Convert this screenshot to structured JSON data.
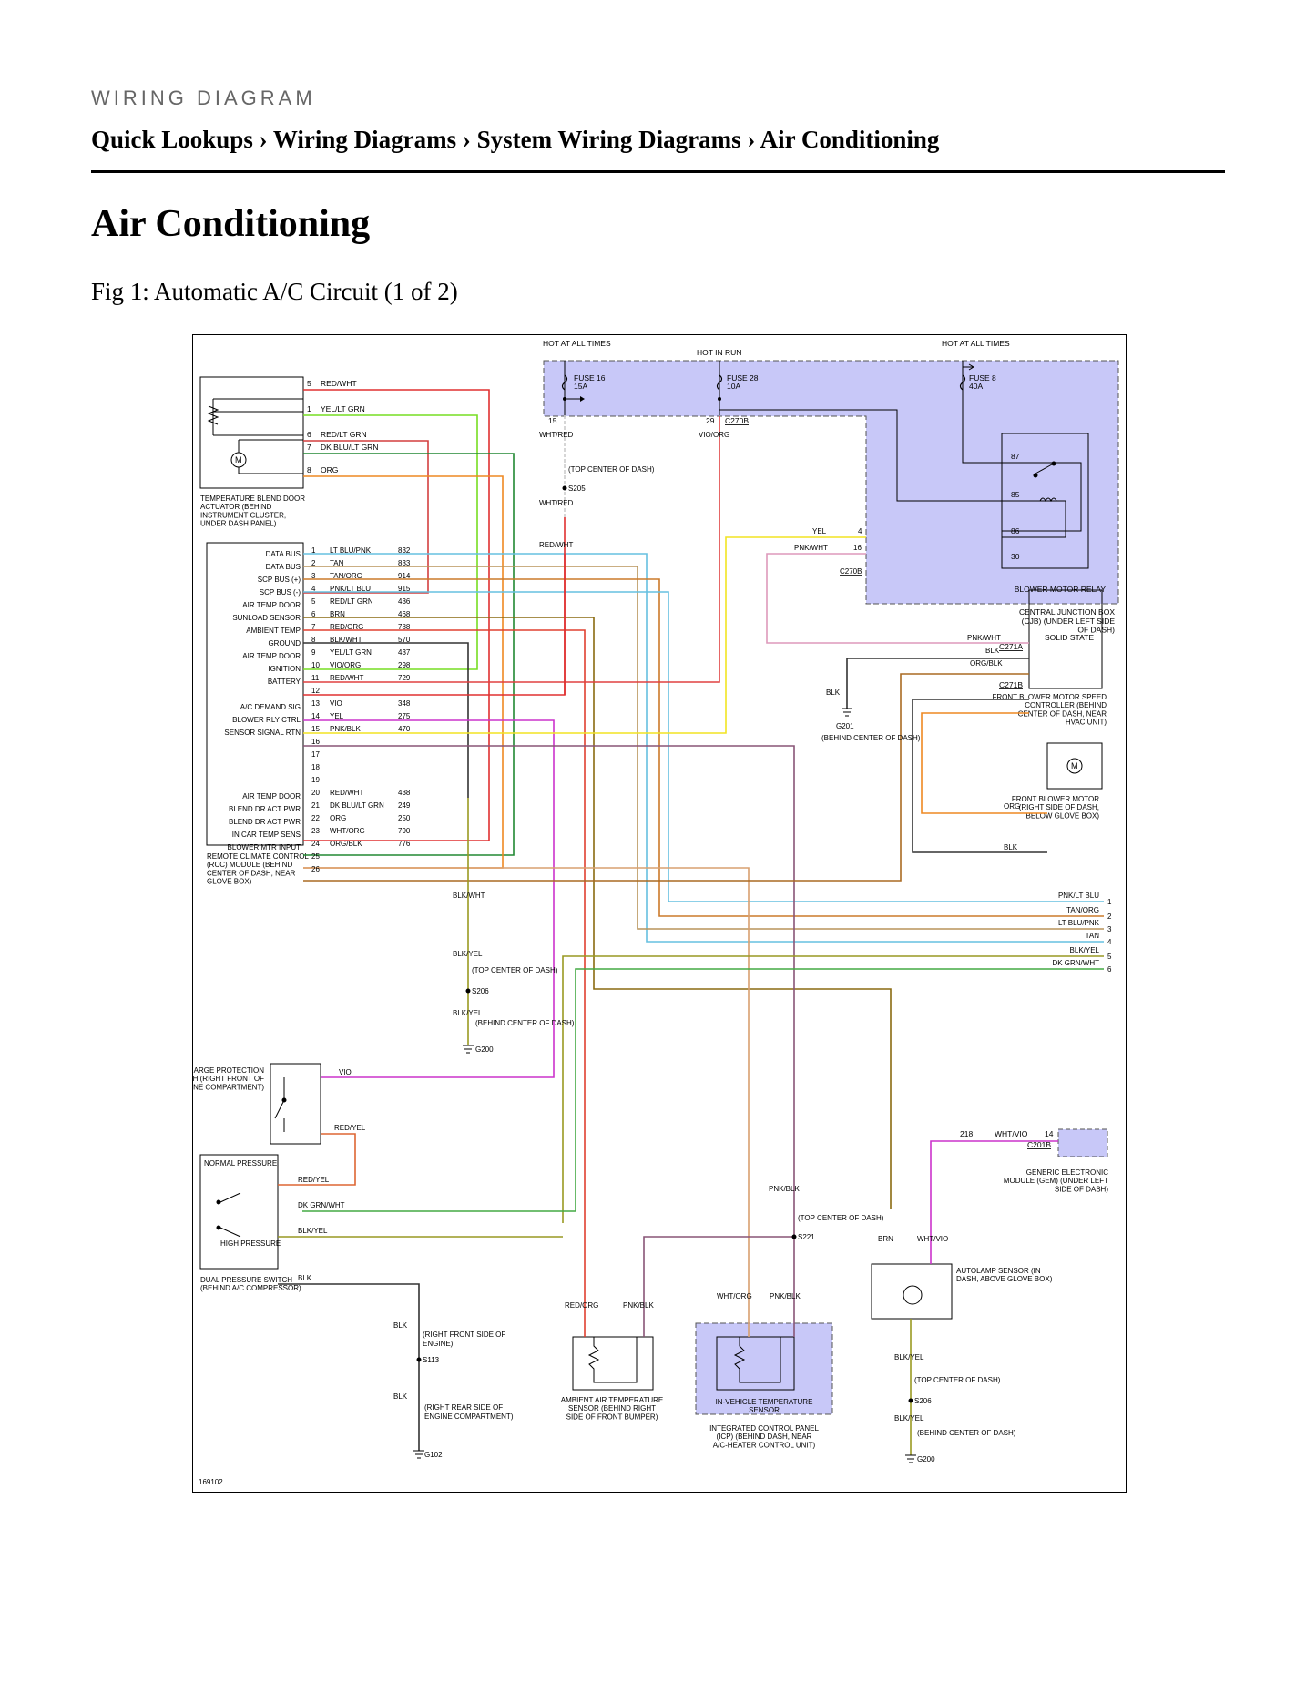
{
  "header": {
    "kicker": "WIRING DIAGRAM",
    "breadcrumb": "Quick Lookups › Wiring Diagrams › System Wiring Diagrams › Air Conditioning"
  },
  "page_title": "Air Conditioning",
  "figure_caption": "Fig 1: Automatic A/C Circuit (1 of 2)",
  "diagram": {
    "id": "169102",
    "power": {
      "hot_at_all_times": "HOT AT ALL TIMES",
      "hot_in_run": "HOT IN RUN"
    },
    "fuses": [
      {
        "name": "FUSE 16",
        "rating": "15A",
        "pin": "15"
      },
      {
        "name": "FUSE 28",
        "rating": "10A",
        "pin": "29"
      },
      {
        "name": "FUSE 8",
        "rating": "40A"
      }
    ],
    "connectors": {
      "c270b": "C270B",
      "c271a": "C271A",
      "c271b": "C271B",
      "c201b": "C201B"
    },
    "components": {
      "temp_blend_actuator": "TEMPERATURE BLEND DOOR ACTUATOR (BEHIND INSTRUMENT CLUSTER, UNDER DASH PANEL)",
      "rcc_module": "REMOTE CLIMATE CONTROL (RCC) MODULE (BEHIND CENTER OF DASH, NEAR GLOVE BOX)",
      "cjb": "CENTRAL JUNCTION BOX (CJB) (UNDER LEFT SIDE OF DASH)",
      "blower_relay": "BLOWER MOTOR RELAY",
      "solid_state": "SOLID STATE",
      "blower_speed_controller": "FRONT BLOWER MOTOR SPEED CONTROLLER (BEHIND CENTER OF DASH, NEAR HVAC UNIT)",
      "blower_motor": "FRONT BLOWER MOTOR (RIGHT SIDE OF DASH, BELOW GLOVE BOX)",
      "low_charge_switch": "LOW CHARGE PROTECTION SWITCH (RIGHT FRONT OF ENGINE COMPARTMENT)",
      "dual_pressure_switch": "DUAL PRESSURE SWITCH (BEHIND A/C COMPRESSOR)",
      "normal_pressure": "NORMAL PRESSURE",
      "high_pressure": "HIGH PRESSURE",
      "ambient_sensor": "AMBIENT AIR TEMPERATURE SENSOR (BEHIND RIGHT SIDE OF FRONT BUMPER)",
      "in_vehicle_sensor": "IN-VEHICLE TEMPERATURE SENSOR",
      "icp": "INTEGRATED CONTROL PANEL (ICP) (BEHIND DASH, NEAR A/C-HEATER CONTROL UNIT)",
      "autolamp_sensor": "AUTOLAMP SENSOR (IN DASH, ABOVE GLOVE BOX)",
      "gem": "GENERIC ELECTRONIC MODULE (GEM) (UNDER LEFT SIDE OF DASH)"
    },
    "splices": {
      "s205": "S205",
      "s205_loc": "(TOP CENTER OF DASH)",
      "s206": "S206",
      "s206_loc": "(TOP CENTER OF DASH)",
      "s221": "S221",
      "s221_loc": "(TOP CENTER OF DASH)",
      "s113": "S113",
      "s113_loc": "(RIGHT FRONT SIDE OF ENGINE)"
    },
    "grounds": {
      "g200": "G200",
      "g200_loc": "(BEHIND CENTER OF DASH)",
      "g201": "G201",
      "g201_loc": "(BEHIND CENTER OF DASH)",
      "g102": "G102",
      "g102_loc": "(RIGHT REAR SIDE OF ENGINE COMPARTMENT)"
    },
    "actuator_pins": [
      {
        "pin": "5",
        "color": "RED/WHT"
      },
      {
        "pin": "1",
        "color": "YEL/LT GRN"
      },
      {
        "pin": "6",
        "color": "RED/LT GRN"
      },
      {
        "pin": "7",
        "color": "DK BLU/LT GRN"
      },
      {
        "pin": "8",
        "color": "ORG"
      }
    ],
    "rcc_pins": [
      {
        "pin": "1",
        "func": "DATA BUS",
        "color": "LT BLU/PNK",
        "circuit": "832"
      },
      {
        "pin": "2",
        "func": "DATA BUS",
        "color": "TAN",
        "circuit": "833"
      },
      {
        "pin": "3",
        "func": "SCP BUS (+)",
        "color": "TAN/ORG",
        "circuit": "914"
      },
      {
        "pin": "4",
        "func": "SCP BUS (-)",
        "color": "PNK/LT BLU",
        "circuit": "915"
      },
      {
        "pin": "5",
        "func": "AIR TEMP DOOR",
        "color": "RED/LT GRN",
        "circuit": "436"
      },
      {
        "pin": "6",
        "func": "SUNLOAD SENSOR",
        "color": "BRN",
        "circuit": "468"
      },
      {
        "pin": "7",
        "func": "AMBIENT TEMP",
        "color": "RED/ORG",
        "circuit": "788"
      },
      {
        "pin": "8",
        "func": "GROUND",
        "color": "BLK/WHT",
        "circuit": "570"
      },
      {
        "pin": "9",
        "func": "AIR TEMP DOOR",
        "color": "YEL/LT GRN",
        "circuit": "437"
      },
      {
        "pin": "10",
        "func": "IGNITION",
        "color": "VIO/ORG",
        "circuit": "298"
      },
      {
        "pin": "11",
        "func": "BATTERY",
        "color": "RED/WHT",
        "circuit": "729"
      },
      {
        "pin": "12",
        "func": "",
        "color": "",
        "circuit": ""
      },
      {
        "pin": "13",
        "func": "A/C DEMAND SIG",
        "color": "VIO",
        "circuit": "348"
      },
      {
        "pin": "14",
        "func": "BLOWER RLY CTRL",
        "color": "YEL",
        "circuit": "275"
      },
      {
        "pin": "15",
        "func": "SENSOR SIGNAL RTN",
        "color": "PNK/BLK",
        "circuit": "470"
      },
      {
        "pin": "16",
        "func": "",
        "color": "",
        "circuit": ""
      },
      {
        "pin": "17",
        "func": "",
        "color": "",
        "circuit": ""
      },
      {
        "pin": "18",
        "func": "",
        "color": "",
        "circuit": ""
      },
      {
        "pin": "19",
        "func": "",
        "color": "",
        "circuit": ""
      },
      {
        "pin": "20",
        "func": "AIR TEMP DOOR",
        "color": "RED/WHT",
        "circuit": "438"
      },
      {
        "pin": "21",
        "func": "BLEND DR ACT PWR",
        "color": "DK BLU/LT GRN",
        "circuit": "249"
      },
      {
        "pin": "22",
        "func": "BLEND DR ACT PWR",
        "color": "ORG",
        "circuit": "250"
      },
      {
        "pin": "23",
        "func": "IN CAR TEMP SENS",
        "color": "WHT/ORG",
        "circuit": "790"
      },
      {
        "pin": "24",
        "func": "BLOWER MTR INPUT",
        "color": "ORG/BLK",
        "circuit": "776"
      },
      {
        "pin": "25",
        "func": "",
        "color": "",
        "circuit": ""
      },
      {
        "pin": "26",
        "func": "",
        "color": "",
        "circuit": ""
      }
    ],
    "to_next_page": [
      {
        "color": "PNK/LT BLU",
        "num": "1"
      },
      {
        "color": "TAN/ORG",
        "num": "2"
      },
      {
        "color": "LT BLU/PNK",
        "num": "3"
      },
      {
        "color": "TAN",
        "num": "4"
      },
      {
        "color": "BLK/YEL",
        "num": "5"
      },
      {
        "color": "DK GRN/WHT",
        "num": "6"
      }
    ],
    "relay_pins": [
      "87",
      "85",
      "86",
      "30"
    ],
    "wire_labels": {
      "wht_red": "WHT/RED",
      "vio_org": "VIO/ORG",
      "red_wht": "RED/WHT",
      "yel": "YEL",
      "pnk_wht": "PNK/WHT",
      "blk": "BLK",
      "org_blk": "ORG/BLK",
      "org": "ORG",
      "blk_wht": "BLK/WHT",
      "blk_yel": "BLK/YEL",
      "vio": "VIO",
      "red_yel": "RED/YEL",
      "dk_grn_wht": "DK GRN/WHT",
      "pnk_blk": "PNK/BLK",
      "red_org": "RED/ORG",
      "wht_org": "WHT/ORG",
      "brn": "BRN",
      "wht_vio": "WHT/VIO"
    },
    "cjb_pins": {
      "yel": "4",
      "pnk_wht": "16"
    },
    "gem_circuit": "218",
    "gem_pin": "14"
  }
}
